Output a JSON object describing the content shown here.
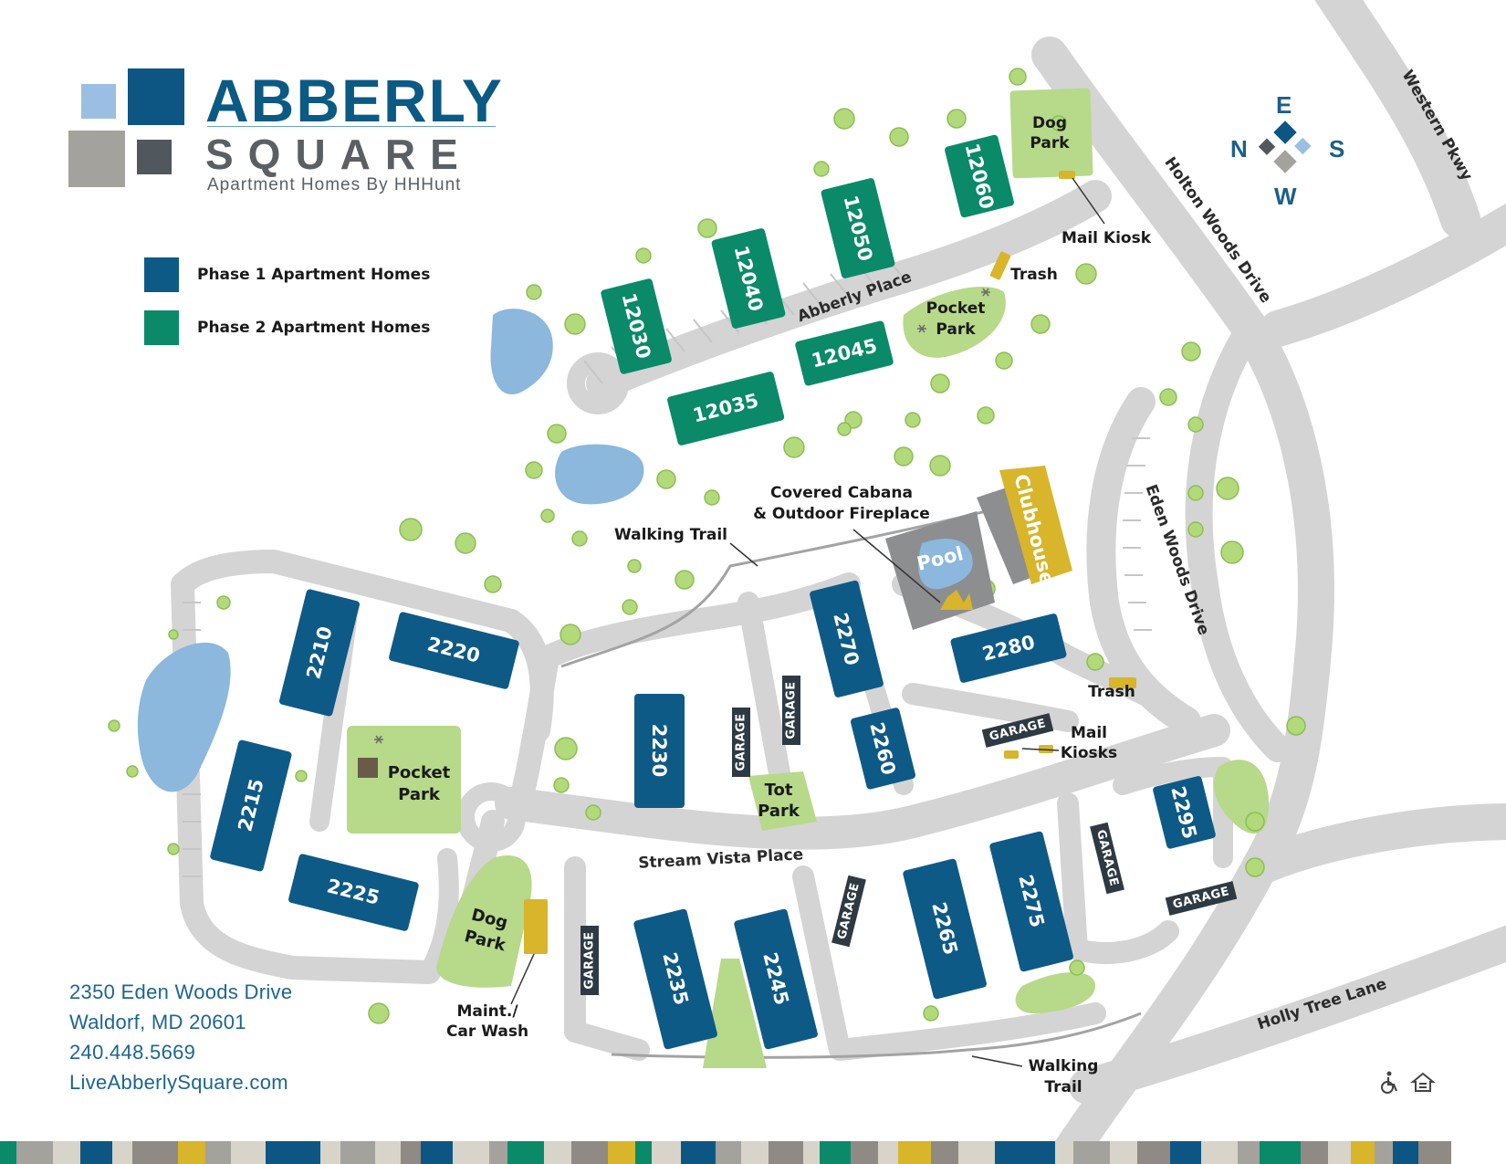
{
  "brand": {
    "name": "ABBERLY",
    "subname": "SQUARE",
    "tagline": "Apartment Homes By HHHunt"
  },
  "legend": [
    {
      "label": "Phase 1 Apartment Homes",
      "color": "#0e5a87"
    },
    {
      "label": "Phase 2 Apartment Homes",
      "color": "#0a8a69"
    }
  ],
  "compass": {
    "n": "N",
    "e": "E",
    "s": "S",
    "w": "W"
  },
  "contact": {
    "address1": "2350 Eden Woods Drive",
    "address2": "Waldorf, MD 20601",
    "phone": "240.448.5669",
    "website": "LiveAbberlySquare.com"
  },
  "roads": {
    "western_pkwy": "Western Pkwy",
    "holton_woods": "Holton Woods Drive",
    "eden_woods": "Eden Woods Drive",
    "holly_tree": "Holly Tree Lane",
    "abberly_place": "Abberly Place",
    "stream_vista": "Stream Vista Place"
  },
  "phase2_buildings": [
    "12030",
    "12040",
    "12050",
    "12060",
    "12045",
    "12035"
  ],
  "phase1_buildings": [
    "2210",
    "2220",
    "2215",
    "2225",
    "2230",
    "2270",
    "2260",
    "2280",
    "2295",
    "2235",
    "2245",
    "2265",
    "2275"
  ],
  "amenities": {
    "dog_park_top_1": "Dog",
    "dog_park_top_2": "Park",
    "mail_kiosk": "Mail Kiosk",
    "trash_top": "Trash",
    "pocket_park_top_1": "Pocket",
    "pocket_park_top_2": "Park",
    "covered_cabana_1": "Covered Cabana",
    "covered_cabana_2": "& Outdoor Fireplace",
    "walking_trail_top": "Walking Trail",
    "pool": "Pool",
    "clubhouse": "Clubhouse",
    "trash_mid": "Trash",
    "mail_kiosks_1": "Mail",
    "mail_kiosks_2": "Kiosks",
    "pocket_park_left_1": "Pocket",
    "pocket_park_left_2": "Park",
    "tot_park_1": "Tot",
    "tot_park_2": "Park",
    "dog_park_bottom_1": "Dog",
    "dog_park_bottom_2": "Park",
    "maint_1": "Maint./",
    "maint_2": "Car Wash",
    "walking_trail_bottom_1": "Walking",
    "walking_trail_bottom_2": "Trail",
    "garage": "GARAGE"
  },
  "colors": {
    "phase1": "#0e5a87",
    "phase2": "#0a8a69",
    "park": "#b7d98a",
    "road": "#d4d4d4",
    "water": "#8bb8dc",
    "clubhouse": "#d8b52a",
    "pool_deck": "#8c8e90"
  }
}
